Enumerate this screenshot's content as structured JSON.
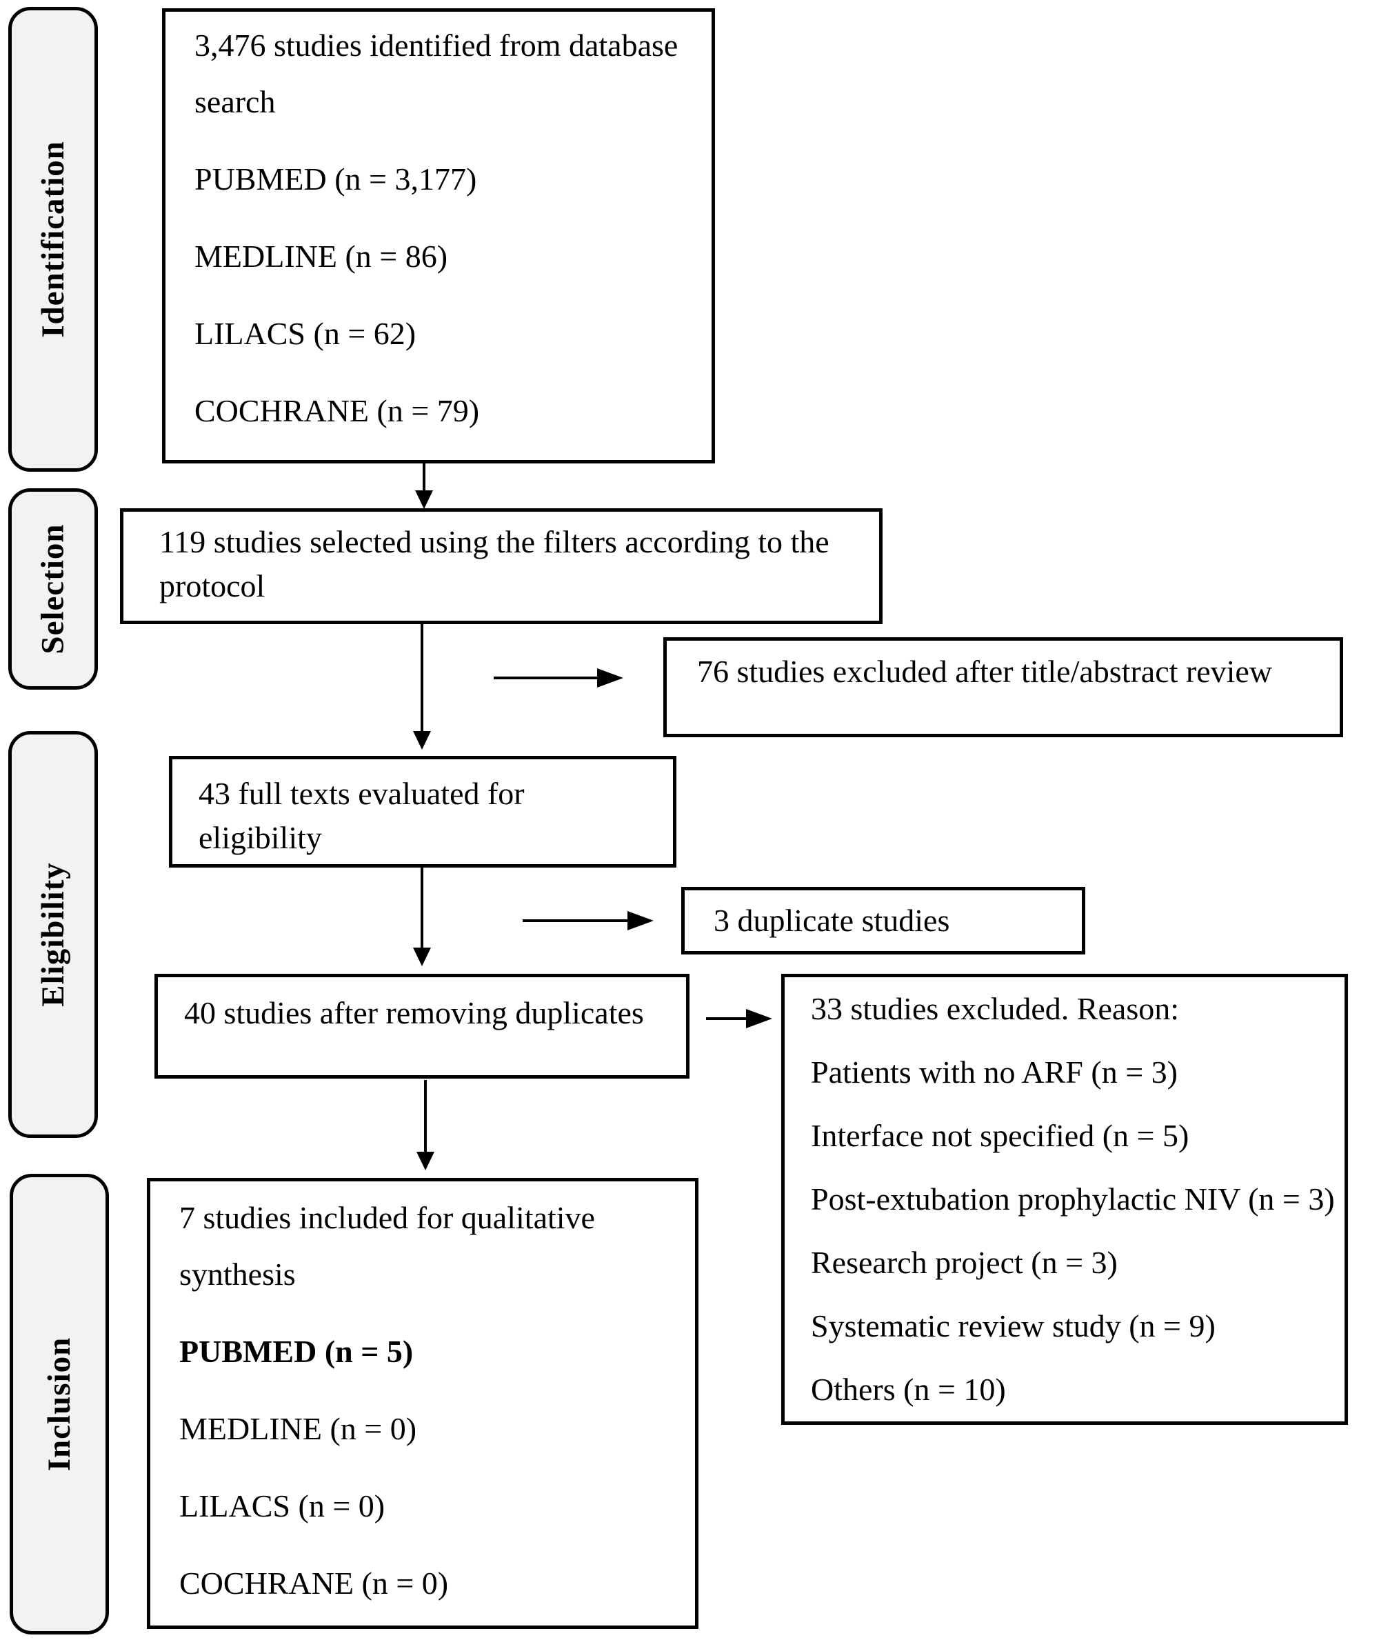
{
  "stages": {
    "identification": "Identification",
    "selection": "Selection",
    "eligibility": "Eligibility",
    "inclusion": "Inclusion"
  },
  "boxes": {
    "identified": {
      "lines": [
        "3,476 studies identified from database",
        "search",
        "PUBMED (n = 3,177)",
        "MEDLINE (n = 86)",
        "LILACS (n = 62)",
        "COCHRANE (n = 79)"
      ]
    },
    "selected": {
      "lines": [
        "119 studies selected using the filters according to the",
        "protocol"
      ]
    },
    "excluded_title_abstract": {
      "text": "76 studies excluded after title/abstract review"
    },
    "full_texts": {
      "lines": [
        "43 full texts evaluated for",
        "eligibility"
      ]
    },
    "duplicates": {
      "text": "3 duplicate studies"
    },
    "after_duplicates": {
      "text": "40 studies after removing duplicates"
    },
    "excluded_reasons": {
      "lines": [
        "33 studies excluded. Reason:",
        "Patients with no ARF (n = 3)",
        "Interface not specified (n = 5)",
        "Post-extubation prophylactic NIV (n = 3)",
        "Research project (n = 3)",
        "Systematic review study (n = 9)",
        "Others (n = 10)"
      ]
    },
    "included": {
      "lines": [
        "7 studies included for qualitative",
        "synthesis",
        "PUBMED (n = 5)",
        "MEDLINE (n = 0)",
        "LILACS (n = 0)",
        "COCHRANE (n = 0)"
      ]
    }
  },
  "colors": {
    "border": "#000000",
    "stage_fill": "#f2f2f2",
    "background": "#ffffff",
    "text": "#000000"
  }
}
